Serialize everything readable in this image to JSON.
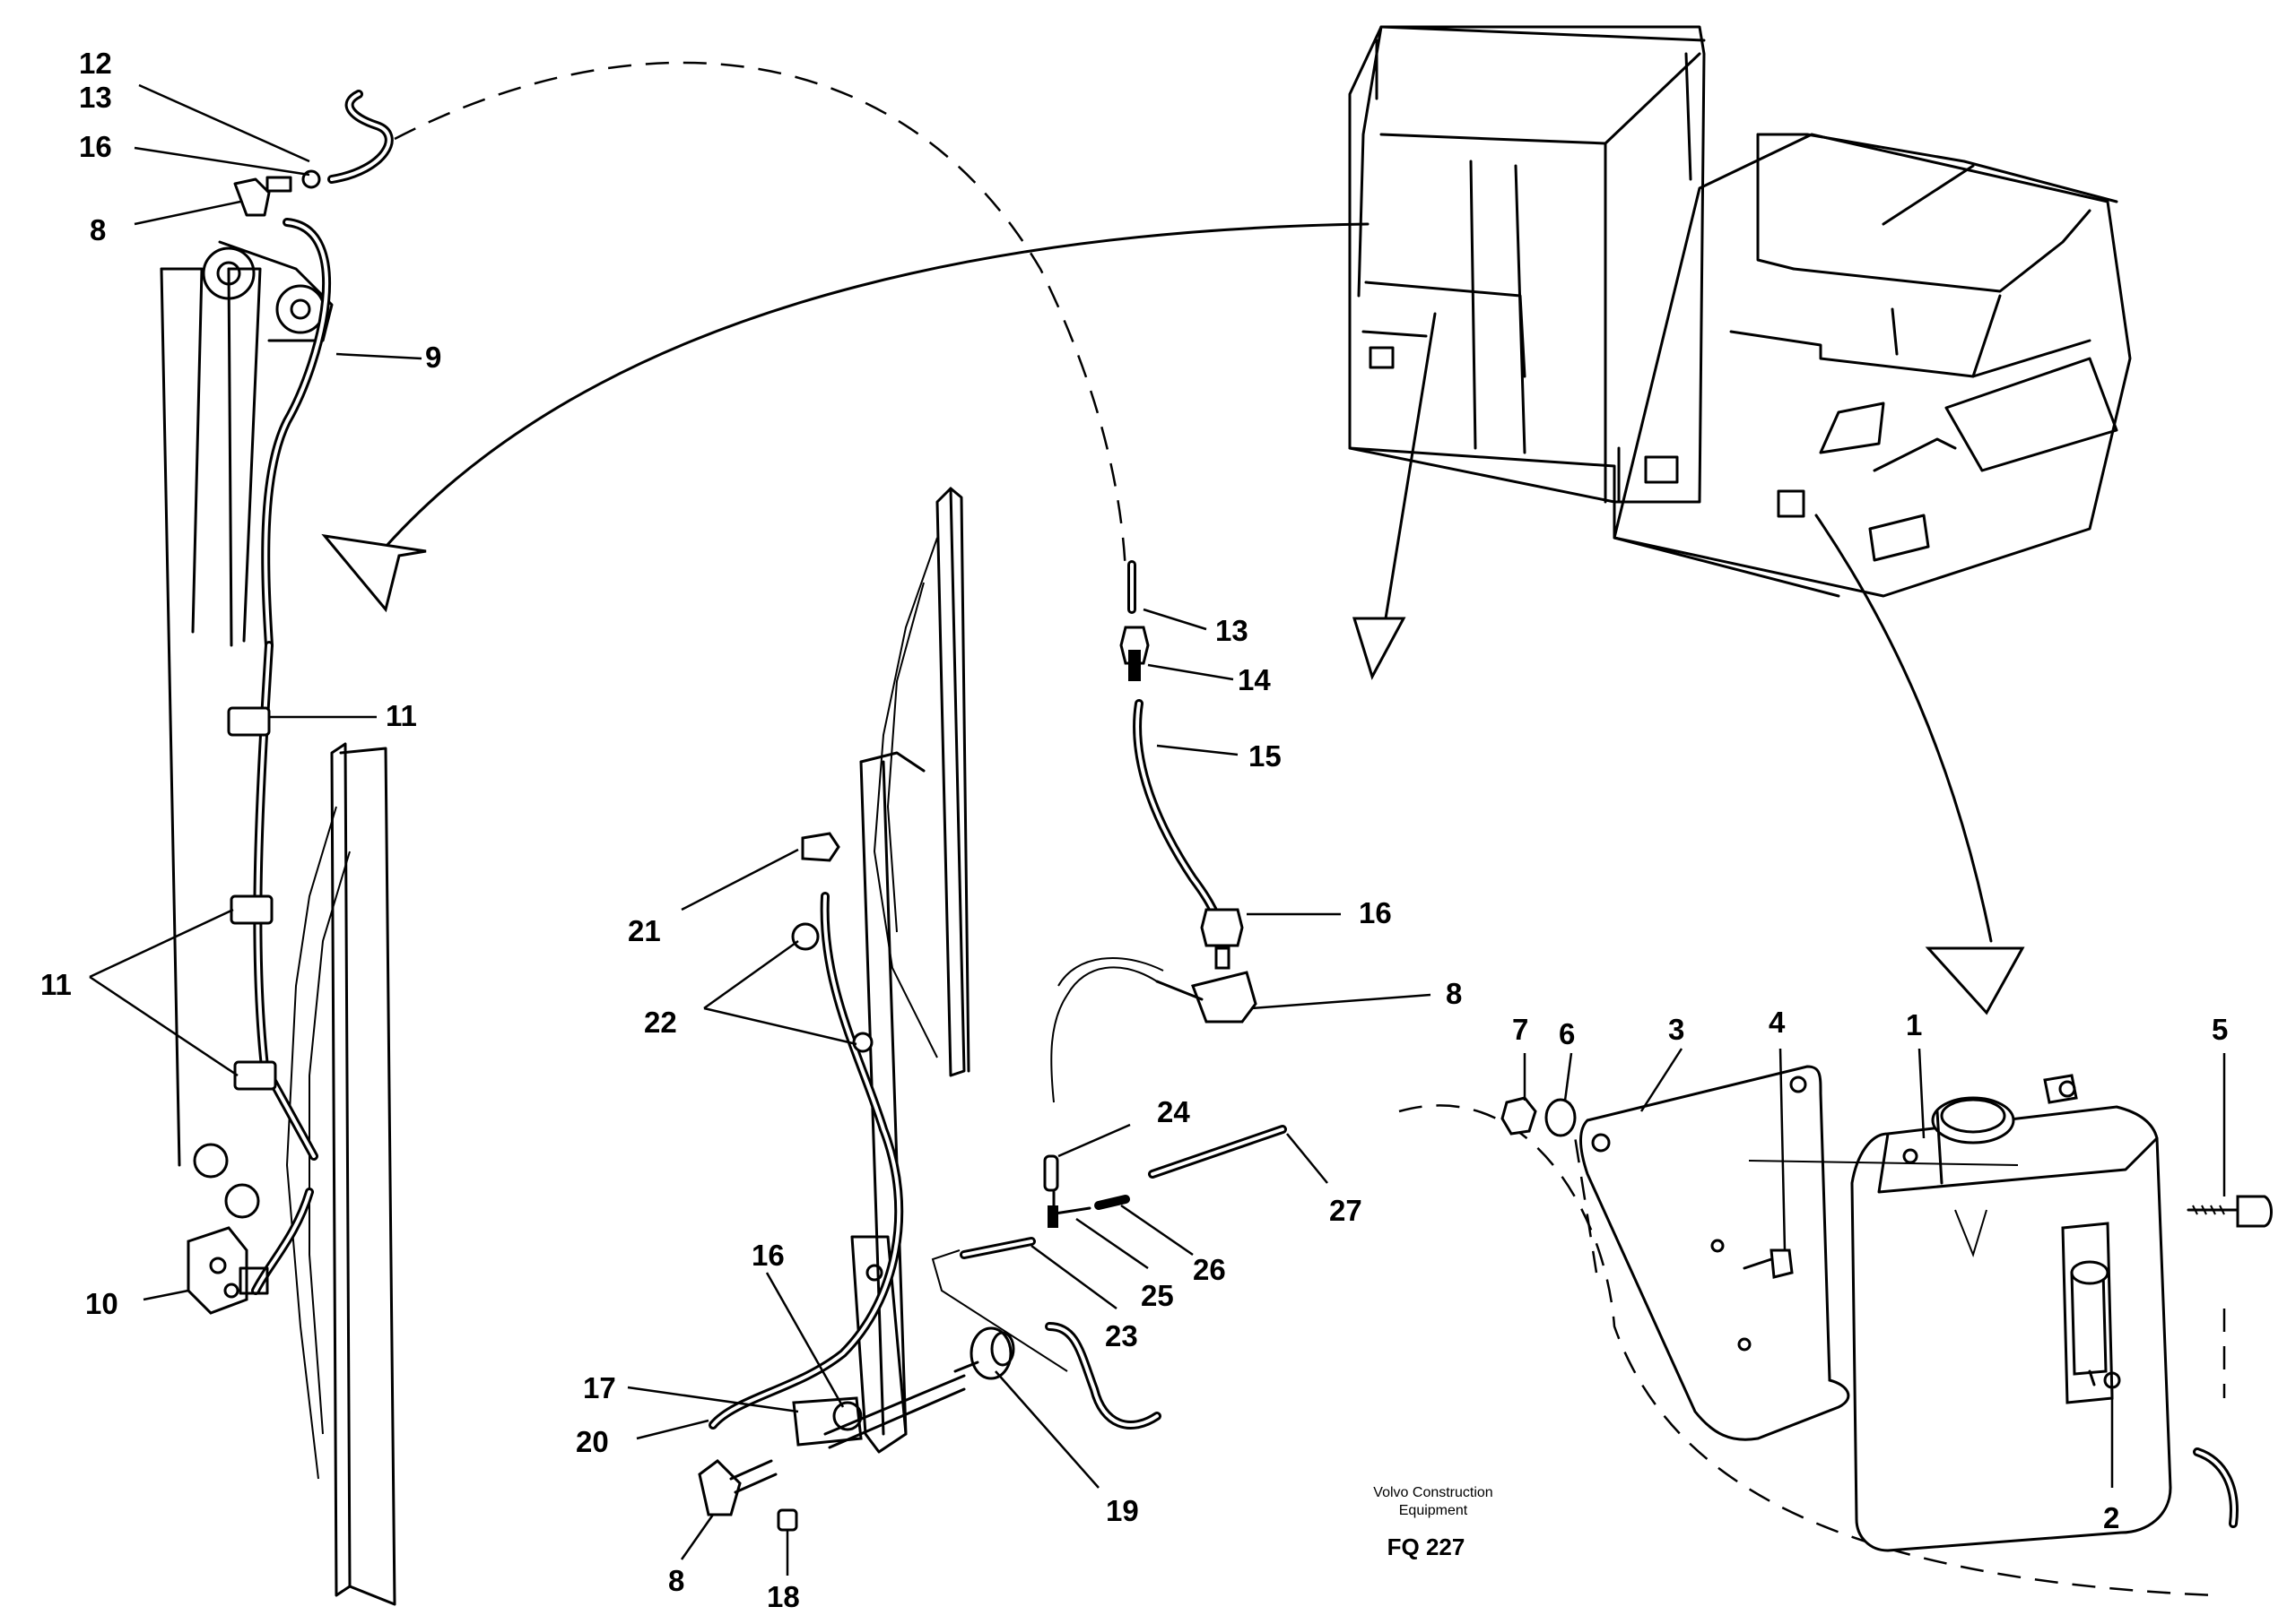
{
  "figure": {
    "publisher_line1": "Volvo Construction",
    "publisher_line2": "Equipment",
    "code": "FQ 227"
  },
  "callouts": [
    "12",
    "13",
    "16",
    "8",
    "9",
    "11",
    "11",
    "10",
    "13",
    "14",
    "15",
    "16",
    "8",
    "21",
    "22",
    "24",
    "27",
    "23",
    "25",
    "26",
    "16",
    "17",
    "20",
    "19",
    "8",
    "18",
    "7",
    "6",
    "3",
    "4",
    "1",
    "5",
    "2"
  ]
}
